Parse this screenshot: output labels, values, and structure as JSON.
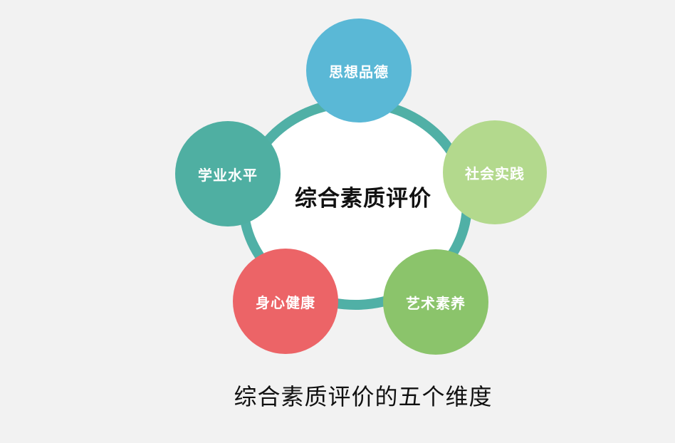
{
  "diagram": {
    "center": {
      "label": "综合素质评价",
      "ring_color": "#50b0a6"
    },
    "nodes": [
      {
        "label": "思想品德",
        "color": "#5ab8d6"
      },
      {
        "label": "社会实践",
        "color": "#b3d98d"
      },
      {
        "label": "艺术素养",
        "color": "#8bc46b"
      },
      {
        "label": "身心健康",
        "color": "#ec6467"
      },
      {
        "label": "学业水平",
        "color": "#4fafa2"
      }
    ],
    "caption": "综合素质评价的五个维度"
  }
}
